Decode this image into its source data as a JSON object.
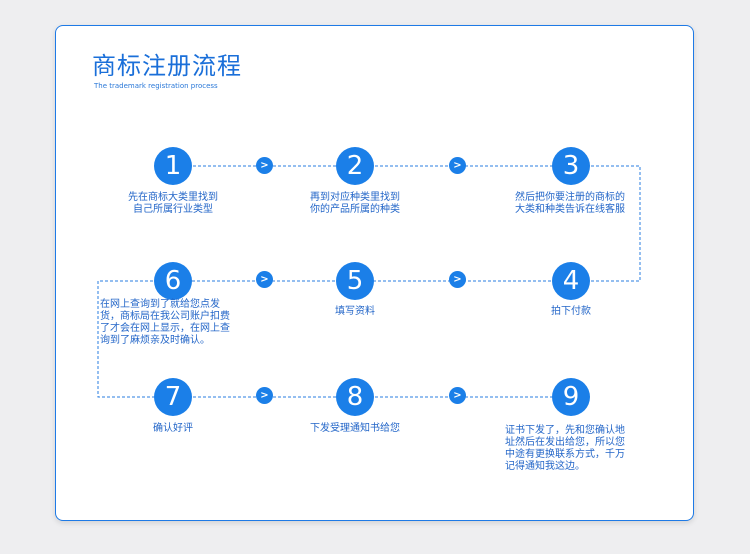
{
  "header": {
    "title": "商标注册流程",
    "subtitle": "The trademark registration process"
  },
  "colors": {
    "accent": "#1b7fe8",
    "border": "#1e7ae6",
    "text": "#2366c8"
  },
  "arrow_glyph": ">",
  "steps": [
    {
      "number": "1",
      "lines": [
        "先在商标大类里找到",
        "自己所属行业类型"
      ]
    },
    {
      "number": "2",
      "lines": [
        "再到对应种类里找到",
        "你的产品所属的种类"
      ]
    },
    {
      "number": "3",
      "lines": [
        "然后把你要注册的商标的",
        "大类和种类告诉在线客服"
      ]
    },
    {
      "number": "4",
      "lines": [
        "拍下付款"
      ]
    },
    {
      "number": "5",
      "lines": [
        "填写资料"
      ]
    },
    {
      "number": "6",
      "lines": [
        "在网上查询到了就给您点发",
        "货，商标局在我公司账户扣费",
        "了才会在网上显示，在网上查",
        "询到了麻烦亲及时确认。"
      ]
    },
    {
      "number": "7",
      "lines": [
        "确认好评"
      ]
    },
    {
      "number": "8",
      "lines": [
        "下发受理通知书给您"
      ]
    },
    {
      "number": "9",
      "lines": [
        "证书下发了，先和您确认地",
        "址然后在发出给您，所以您",
        "中途有更换联系方式，千万",
        "记得通知我这边。"
      ]
    }
  ]
}
